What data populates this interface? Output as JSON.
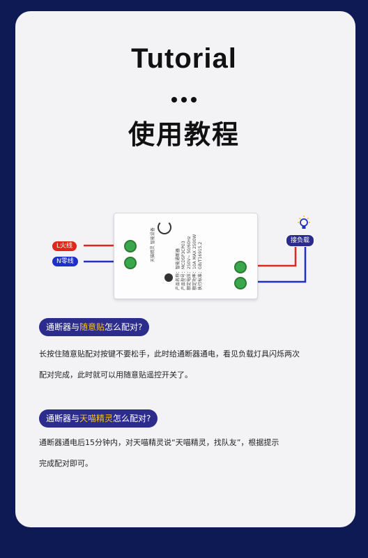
{
  "title_en": "Tutorial",
  "title_cn": "使用教程",
  "diagram": {
    "live_label": "L火线",
    "neutral_label": "N零线",
    "load_label": "接负载",
    "device_lines": [
      "产品名称：智能通断器",
      "产品型号：MCD5P3CP03",
      "额定电压：250V~ 50/60Hz",
      "额定功率：10A MAX 2500W",
      "执行标准：GB/T16915.2"
    ],
    "device_brand": "天猫精灵 智能设备",
    "colors": {
      "live": "#e0261d",
      "neutral": "#1f30c8"
    }
  },
  "section1": {
    "q_prefix": "通断器与",
    "q_highlight": "随意贴",
    "q_suffix": "怎么配对?",
    "line1": "长按住随意贴配对按键不要松手，此时给通断器通电，看见负载灯具闪烁两次",
    "line2": "配对完成，此时就可以用随意贴遥控开关了。"
  },
  "section2": {
    "q_prefix": "通断器与",
    "q_highlight": "天喵精灵",
    "q_suffix": "怎么配对?",
    "line1": "通断器通电后15分钟内，对天喵精灵说“天喵精灵，找队友”，根据提示",
    "line2": "完成配对即可。"
  }
}
